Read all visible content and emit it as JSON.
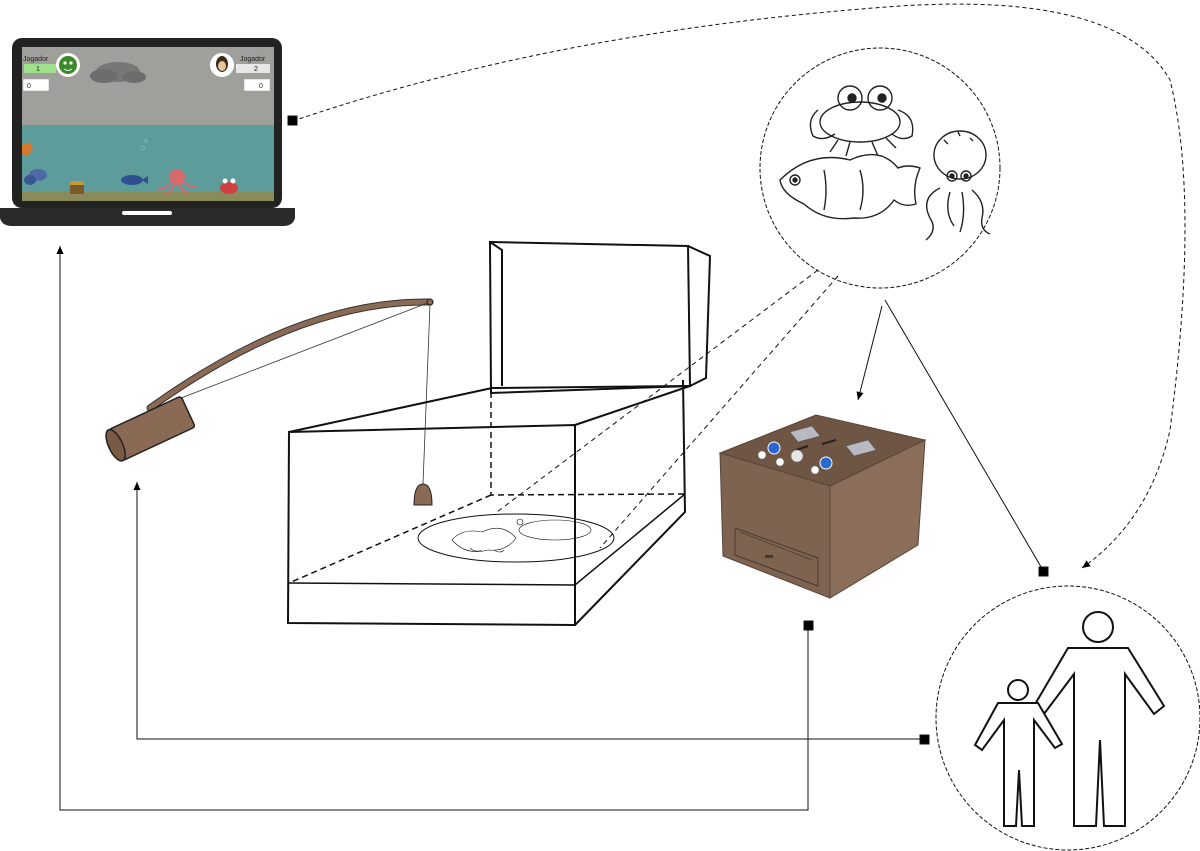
{
  "laptop": {
    "player1": {
      "label": "Jogador",
      "level": "1",
      "score": "0"
    },
    "player2": {
      "label": "Jogador",
      "level": "2",
      "score": "0"
    }
  },
  "colors": {
    "sky": "#9fa09b",
    "water": "#5e9c9c",
    "sand": "#8a8a5a",
    "rod": "#8b6a55",
    "box_wood": "#7d6350",
    "box_top": "#6f5644",
    "button_blue": "#2b66d1",
    "player_green": "#9fe08a"
  },
  "icons": [
    "laptop-icon",
    "fishing-rod-icon",
    "fish-tank-icon",
    "control-box-icon",
    "sea-creatures-icon",
    "users-icon"
  ]
}
